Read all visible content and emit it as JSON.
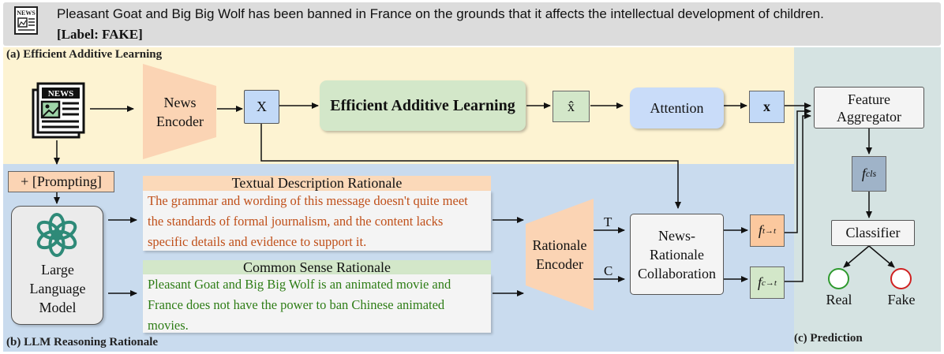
{
  "header": {
    "claim": "Pleasant Goat and Big Big Wolf has been banned in France on the grounds that it affects the intellectual development of children.",
    "label": "[Label: FAKE]",
    "icon": "newspaper-icon"
  },
  "panels": {
    "a": "(a) Efficient Additive Learning",
    "b": "(b) LLM Reasoning Rationale",
    "c": "(c) Prediction"
  },
  "nodes": {
    "news_encoder": "News Encoder",
    "x_upper": "X",
    "eal": "Efficient Additive Learning",
    "x_hat": "x̂",
    "attention": "Attention",
    "x_lower": "x",
    "feature_aggregator": "Feature Aggregator",
    "prompting": "+ [Prompting]",
    "llm": "Large Language Model",
    "rationale_encoder": "Rationale Encoder",
    "t_label": "T",
    "c_label": "C",
    "nrc": "News- Rationale Collaboration",
    "f_base": "f",
    "f_tt_sub": "t→t",
    "f_ct_sub": "c→t",
    "f_cls_sub": "cls",
    "classifier": "Classifier",
    "real": "Real",
    "fake": "Fake"
  },
  "rationales": {
    "textual_title": "Textual Description Rationale",
    "textual_body": "The grammar and wording of this message doesn't quite meet the standards of formal journalism, and the content lacks specific details and evidence to support it.",
    "common_title": "Common Sense Rationale",
    "common_body": "Pleasant Goat and Big Big Wolf is an animated movie and France does not have the power to ban Chinese animated movies."
  },
  "colors": {
    "panel_a": "#fdf3d2",
    "panel_b": "#c9dbee",
    "panel_c": "#d5e3e2",
    "header": "#dcdcdc",
    "encoder": "#fbd4b4",
    "x_box": "#c2d9f7",
    "eal_box": "#d3e7c9",
    "attention": "#c9dcf9",
    "textual_title_bg": "#fbd9b9",
    "textual_text": "#c0501a",
    "common_title_bg": "#d3e7c9",
    "common_text": "#2e7d16",
    "f_tt_bg": "#fbc89e",
    "f_ct_bg": "#d3e7c9",
    "f_cls_bg": "#9fb3c8",
    "real": "#2e9a2e",
    "fake": "#d02020"
  }
}
